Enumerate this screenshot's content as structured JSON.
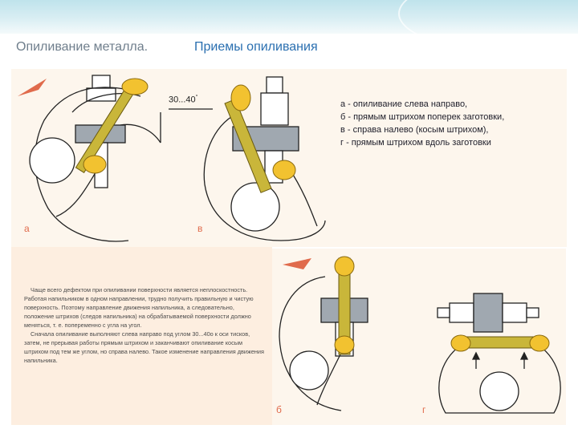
{
  "header": {
    "title_left": "Опиливание металла.",
    "title_right": "Приемы опиливания"
  },
  "figure": {
    "angle_label": "30...40",
    "angle_unit": "°",
    "letters": {
      "a": "а",
      "v": "в",
      "b": "б",
      "g": "г"
    }
  },
  "legend": [
    "а - опиливание слева направо,",
    "б - прямым штрихом поперек заготовки,",
    "в - справа налево (косым штрихом),",
    "г - прямым штрихом вдоль заготовки"
  ],
  "paragraph": [
    "Чаще всего дефектом при опиливании поверхности является неплоскостность. Работая напильником в одном направлении, трудно получить правильную и чистую поверхность. Поэтому направление движения напильника, а следовательно, положение штрихов (следов напильника) на обрабатываемой поверхности должно меняться, т. е. попеременно с угла на угол.",
    "Сначала опиливание выполняют слева направо под углом 30...40о к оси тисков, затем, не прерывая работы прямым штрихом и заканчивают опиливание косым штрихом под тем же углом, но справа налево. Такое изменение направления движения напильника."
  ],
  "colors": {
    "file": "#c9b63a",
    "glove": "#f2c230",
    "arrow": "#e06b4c",
    "line": "#222222",
    "vise": "#a0a8b0"
  }
}
